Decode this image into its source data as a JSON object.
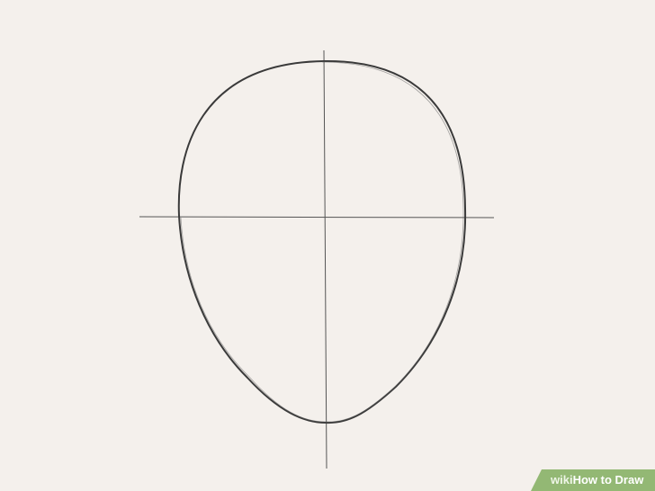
{
  "watermark": {
    "prefix": "wiki",
    "brand": "How",
    "suffix": " to Draw",
    "background_color": "#93b874"
  },
  "colors": {
    "paper": "#f4f0ec",
    "pencil": "#3a3a3a"
  }
}
